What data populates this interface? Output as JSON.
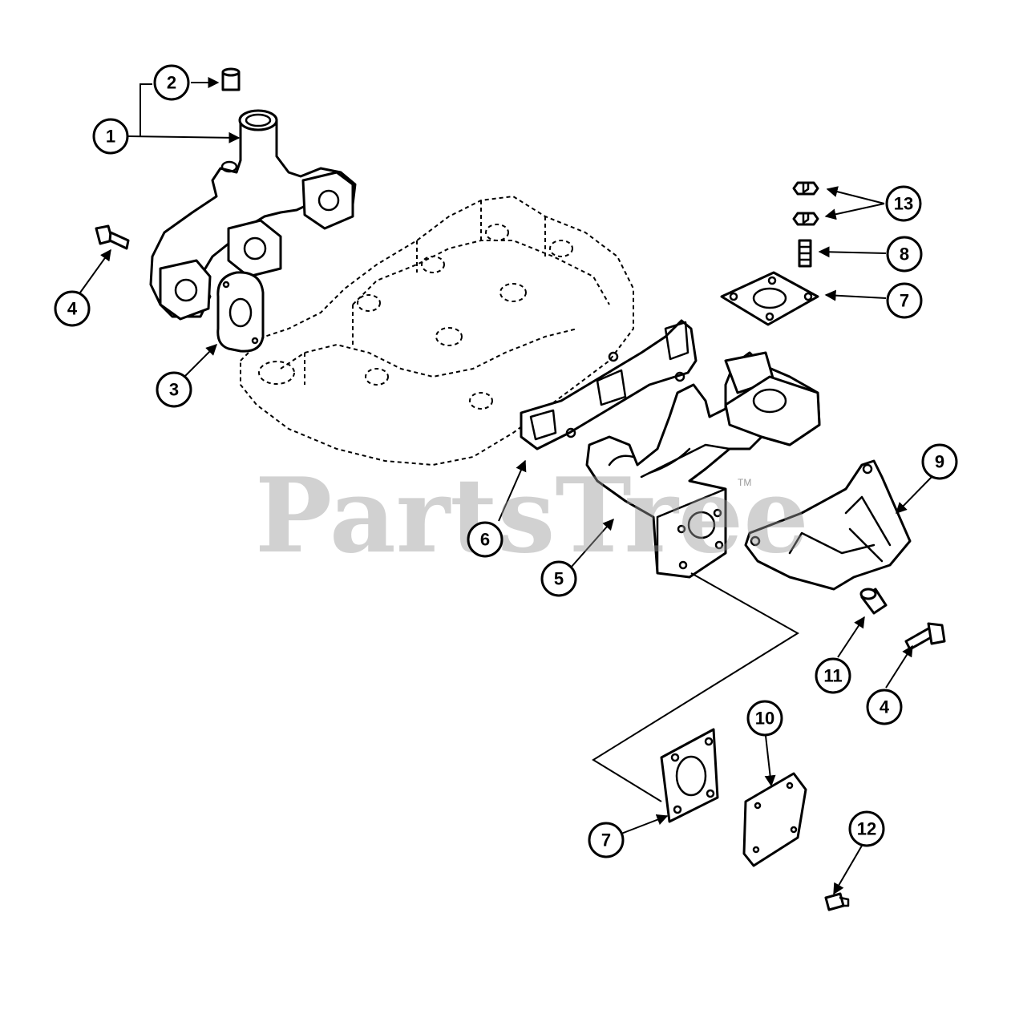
{
  "watermark": {
    "text": "PartsTree",
    "mark": "TM"
  },
  "callouts": [
    "1",
    "2",
    "3",
    "4",
    "4",
    "5",
    "6",
    "7",
    "7",
    "8",
    "9",
    "10",
    "11",
    "12",
    "13"
  ]
}
